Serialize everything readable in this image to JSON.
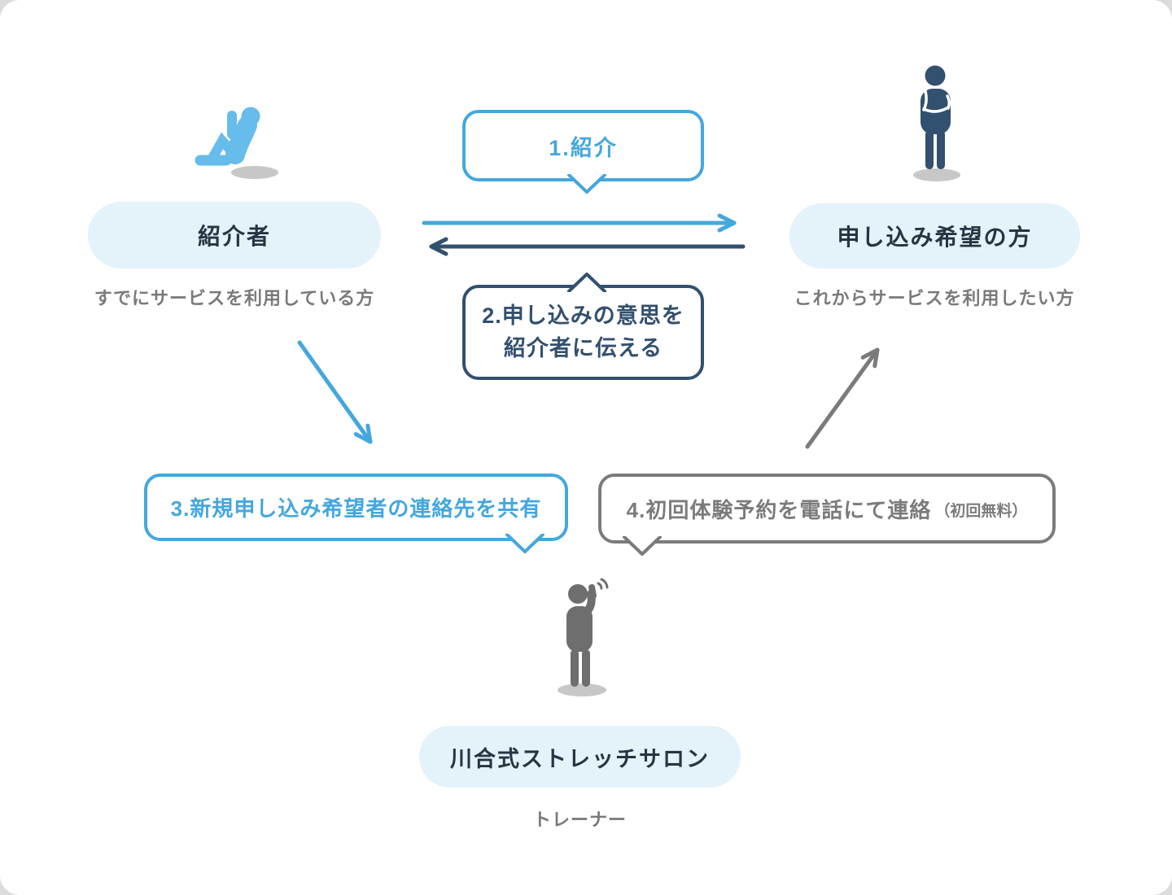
{
  "colors": {
    "accent_blue": "#44A7DE",
    "icon_blue": "#66BCEA",
    "navy": "#32506F",
    "gray": "#7B7B7B",
    "icon_gray": "#6E6E6E",
    "pill_bg": "#E4F2FA",
    "pill_text": "#273443",
    "subtitle_gray": "#7A7A7A",
    "shadow": "#C7C7C7"
  },
  "actors": {
    "referrer": {
      "label": "紹介者",
      "subtitle": "すでにサービスを利用している方",
      "icon": "sitting-stretch-person-icon"
    },
    "applicant": {
      "label": "申し込み希望の方",
      "subtitle": "これからサービスを利用したい方",
      "icon": "standing-person-icon"
    },
    "salon": {
      "label": "川合式ストレッチサロン",
      "subtitle": "トレーナー",
      "icon": "phone-call-person-icon"
    }
  },
  "steps": {
    "step1": {
      "label": "1.紹介"
    },
    "step2": {
      "line1": "2.申し込みの意思を",
      "line2": "紹介者に伝える"
    },
    "step3": {
      "label": "3.新規申し込み希望者の連絡先を共有"
    },
    "step4": {
      "label": "4.初回体験予約を電話にて連絡",
      "note": "（初回無料）"
    }
  }
}
